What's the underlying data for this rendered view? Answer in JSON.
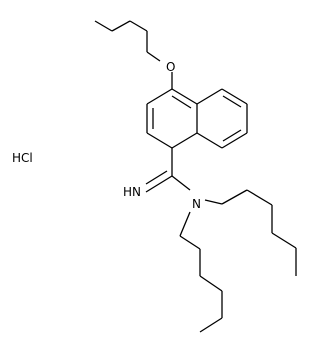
{
  "molecule": {
    "atom_labels": {
      "oxygen": "O",
      "imine": "HN",
      "amine_nitrogen": "N",
      "salt": "HCl"
    },
    "colors": {
      "bond": "#000000",
      "label": "#000000",
      "background": "#ffffff"
    }
  }
}
